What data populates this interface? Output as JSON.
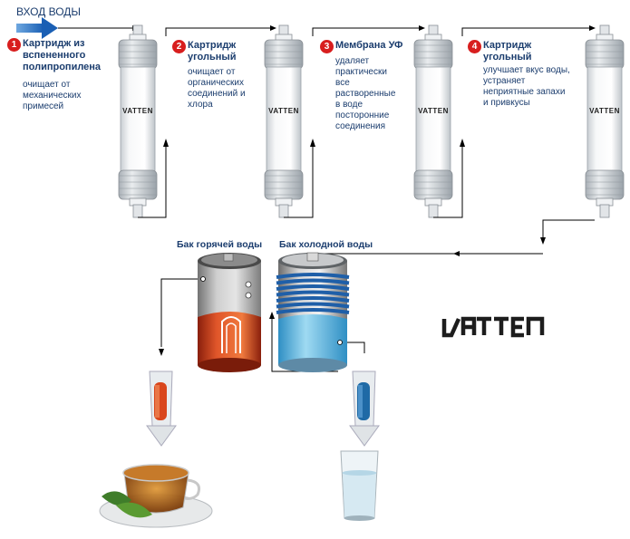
{
  "inlet_label": "ВХОД ВОДЫ",
  "steps": [
    {
      "num": "1",
      "title": "Картридж из\nвспененного\nполипропилена",
      "desc": "очищает от\nмеханических\nпримесей"
    },
    {
      "num": "2",
      "title": "Картридж\nугольный",
      "desc": "очищает от\nорганических\nсоединений и\nхлора"
    },
    {
      "num": "3",
      "title": "Мембрана УФ",
      "desc": "удаляет\nпрактически\nвсе\nрастворенные\nв воде\nпосторонние\nсоединения"
    },
    {
      "num": "4",
      "title": "Картридж\nугольный",
      "desc": "улучшает вкус воды,\nустраняет\nнеприятные запахи\nи привкусы"
    }
  ],
  "tanks": {
    "hot_label": "Бак горячей воды",
    "cold_label": "Бак холодной воды"
  },
  "brand": {
    "logo": "VATTEN",
    "cartridge_mark": "VATTEN"
  },
  "colors": {
    "arrow": "#1a5fb4",
    "badge": "#d81e1e",
    "text": "#1b3d6e",
    "hot": "#d14a1a",
    "cold": "#4fb3df"
  }
}
